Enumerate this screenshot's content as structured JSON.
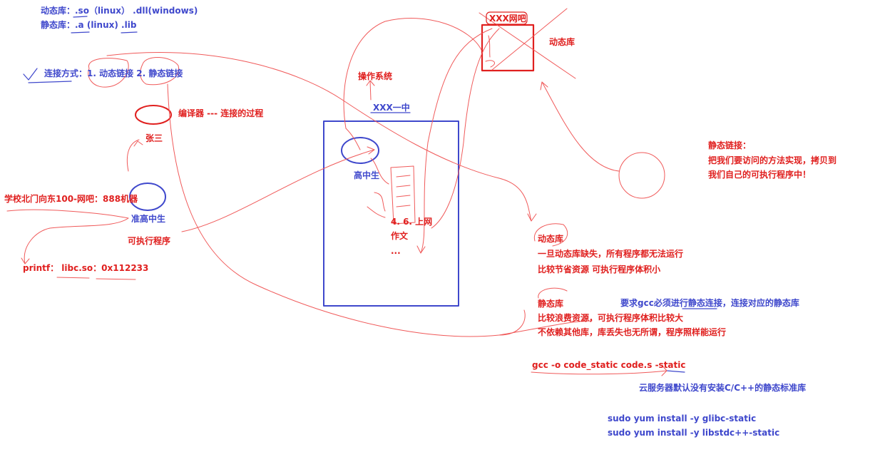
{
  "colors": {
    "red": "#e0201f",
    "blue": "#3f48cc",
    "pen_red": "#f05a5a",
    "pen_blue": "#3f48cc"
  },
  "labels": {
    "dynamic_lib_def": "动态库：.so（linux） .dll(windows)",
    "static_lib_def": "静态库：.a (linux)     .lib",
    "link_methods": "连接方式：1. 动态链接  2. 静态链接",
    "compiler": "编译器 --- 连接的过程",
    "zhang_san": "张三",
    "school_address": "学校北门向东100-网吧：888机器",
    "pre_high_schooler": "准高中生",
    "executable": "可执行程序",
    "printf_line": "printf：  libc.so：0x112233",
    "operating_system": "操作系统",
    "school_name": "XXX一中",
    "high_schooler": "高中生",
    "schedule_item": "4. 6. 上网",
    "essay": "作文",
    "ellipsis": "...",
    "internet_cafe": "XXX网吧",
    "dynamic_lib_top": "动态库",
    "static_link_title": "静态链接：",
    "static_link_desc_1": "把我们要访问的方法实现，拷贝到",
    "static_link_desc_2": "我们自己的可执行程序中！",
    "dynamic_lib_title": "动态库",
    "dynamic_lib_point_1": "一旦动态库缺失，所有程序都无法运行",
    "dynamic_lib_point_2": "比较节省资源  可执行程序体积小",
    "static_lib_title": "静态库",
    "static_lib_requirement": "要求gcc必须进行静态连接，连接对应的静态库",
    "static_lib_point_1": "比较浪费资源，可执行程序体积比较大",
    "static_lib_point_2": "不依赖其他库，库丢失也无所谓，程序照样能运行",
    "gcc_command": "gcc -o code_static code.s -static",
    "cloud_note": "云服务器默认没有安装C/C++的静态标准库",
    "install_glibc": "sudo yum install -y glibc-static",
    "install_libstdcpp": "sudo yum install -y libstdc++-static"
  }
}
